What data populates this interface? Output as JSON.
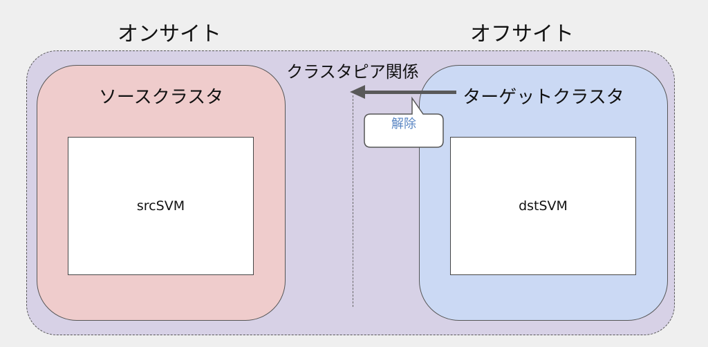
{
  "sites": {
    "onsite": "オンサイト",
    "offsite": "オフサイト"
  },
  "peer_relationship": "クラスタピア関係",
  "source_cluster": {
    "title": "ソースクラスタ",
    "svm": "srcSVM"
  },
  "target_cluster": {
    "title": "ターゲットクラスタ",
    "svm": "dstSVM"
  },
  "callout": {
    "label": "解除"
  },
  "colors": {
    "peer_group_fill": "#d7d1e6",
    "source_fill": "#efcccc",
    "target_fill": "#cbd9f4",
    "arrow": "#595959",
    "callout_text": "#5a86c3"
  }
}
